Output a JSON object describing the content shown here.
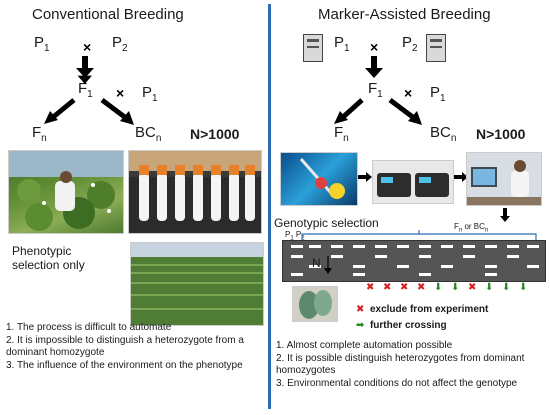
{
  "left": {
    "title": "Conventional Breeding",
    "p1": "P",
    "p2": "P",
    "f1": "F",
    "p1b": "P",
    "fn": "F",
    "bcn": "BC",
    "n_count": "N>1000",
    "selection_caption": "Phenotypic selection only",
    "points": [
      "1. The process is difficult to automate",
      "2. It is impossible to distinguish a heterozygote from a dominant homozygote",
      "3. The influence of the environment on the phenotype"
    ]
  },
  "right": {
    "title": "Marker-Assisted Breeding",
    "p1": "P",
    "p2": "P",
    "f1": "F",
    "p1b": "P",
    "fn": "F",
    "bcn": "BC",
    "n_count": "N>1000",
    "selection_caption": "Genotypic selection",
    "gel_top_label": "F",
    "gel_parents_label": "P",
    "n_label": "N",
    "legend": {
      "exclude": "exclude from experiment",
      "further": "further crossing"
    },
    "points": [
      "1. Almost complete automation possible",
      "2. It is possible distinguish heterozygotes from dominant homozygotes",
      "3. Environmental conditions do not affect the genotype"
    ]
  },
  "colors": {
    "divider": "#2e6db4",
    "exclude": "#d42020",
    "further": "#2a8a2a",
    "gel": "#555555"
  },
  "gel_marks": [
    "red",
    "red",
    "red",
    "red",
    "green",
    "green",
    "red",
    "green",
    "green",
    "green"
  ]
}
